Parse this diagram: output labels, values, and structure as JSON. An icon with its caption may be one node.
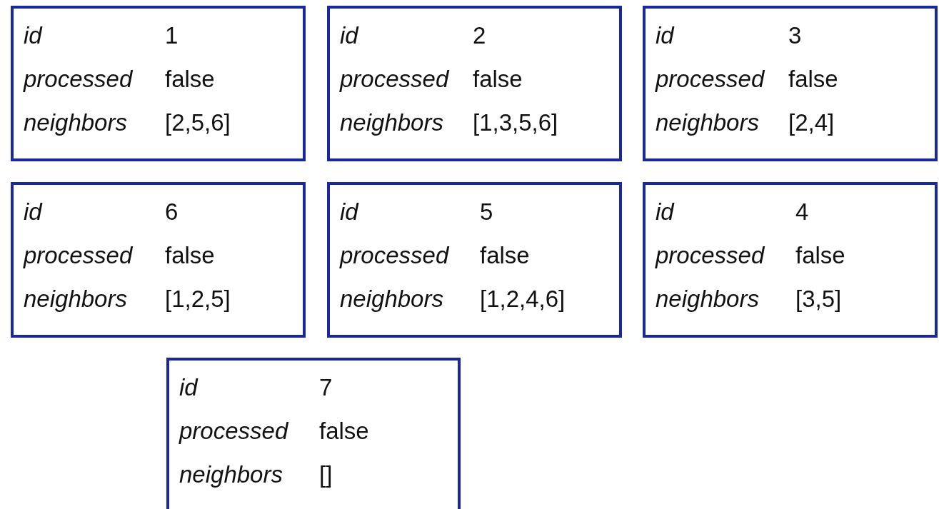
{
  "diagram": {
    "nodes": [
      {
        "text": [
          "id",
          "1",
          "processed",
          "false",
          "neighbors",
          "[2,5,6]"
        ]
      },
      {
        "text": [
          "id",
          "2",
          "processed",
          "false",
          "neighbors",
          "[1,3,5,6]"
        ]
      },
      {
        "text": [
          "id",
          "3",
          "processed",
          "false",
          "neighbors",
          "[2,4]"
        ]
      },
      {
        "text": [
          "id",
          "6",
          "processed",
          "false",
          "neighbors",
          "[1,2,5]"
        ]
      },
      {
        "text": [
          "id",
          "5",
          "processed",
          "false",
          "neighbors",
          "[1,2,4,6]"
        ]
      },
      {
        "text": [
          "id",
          "4",
          "processed",
          "false",
          "neighbors",
          "[3,5]"
        ]
      },
      {
        "text": [
          "id",
          "7",
          "processed",
          "false",
          "neighbors",
          "[]"
        ]
      }
    ]
  }
}
